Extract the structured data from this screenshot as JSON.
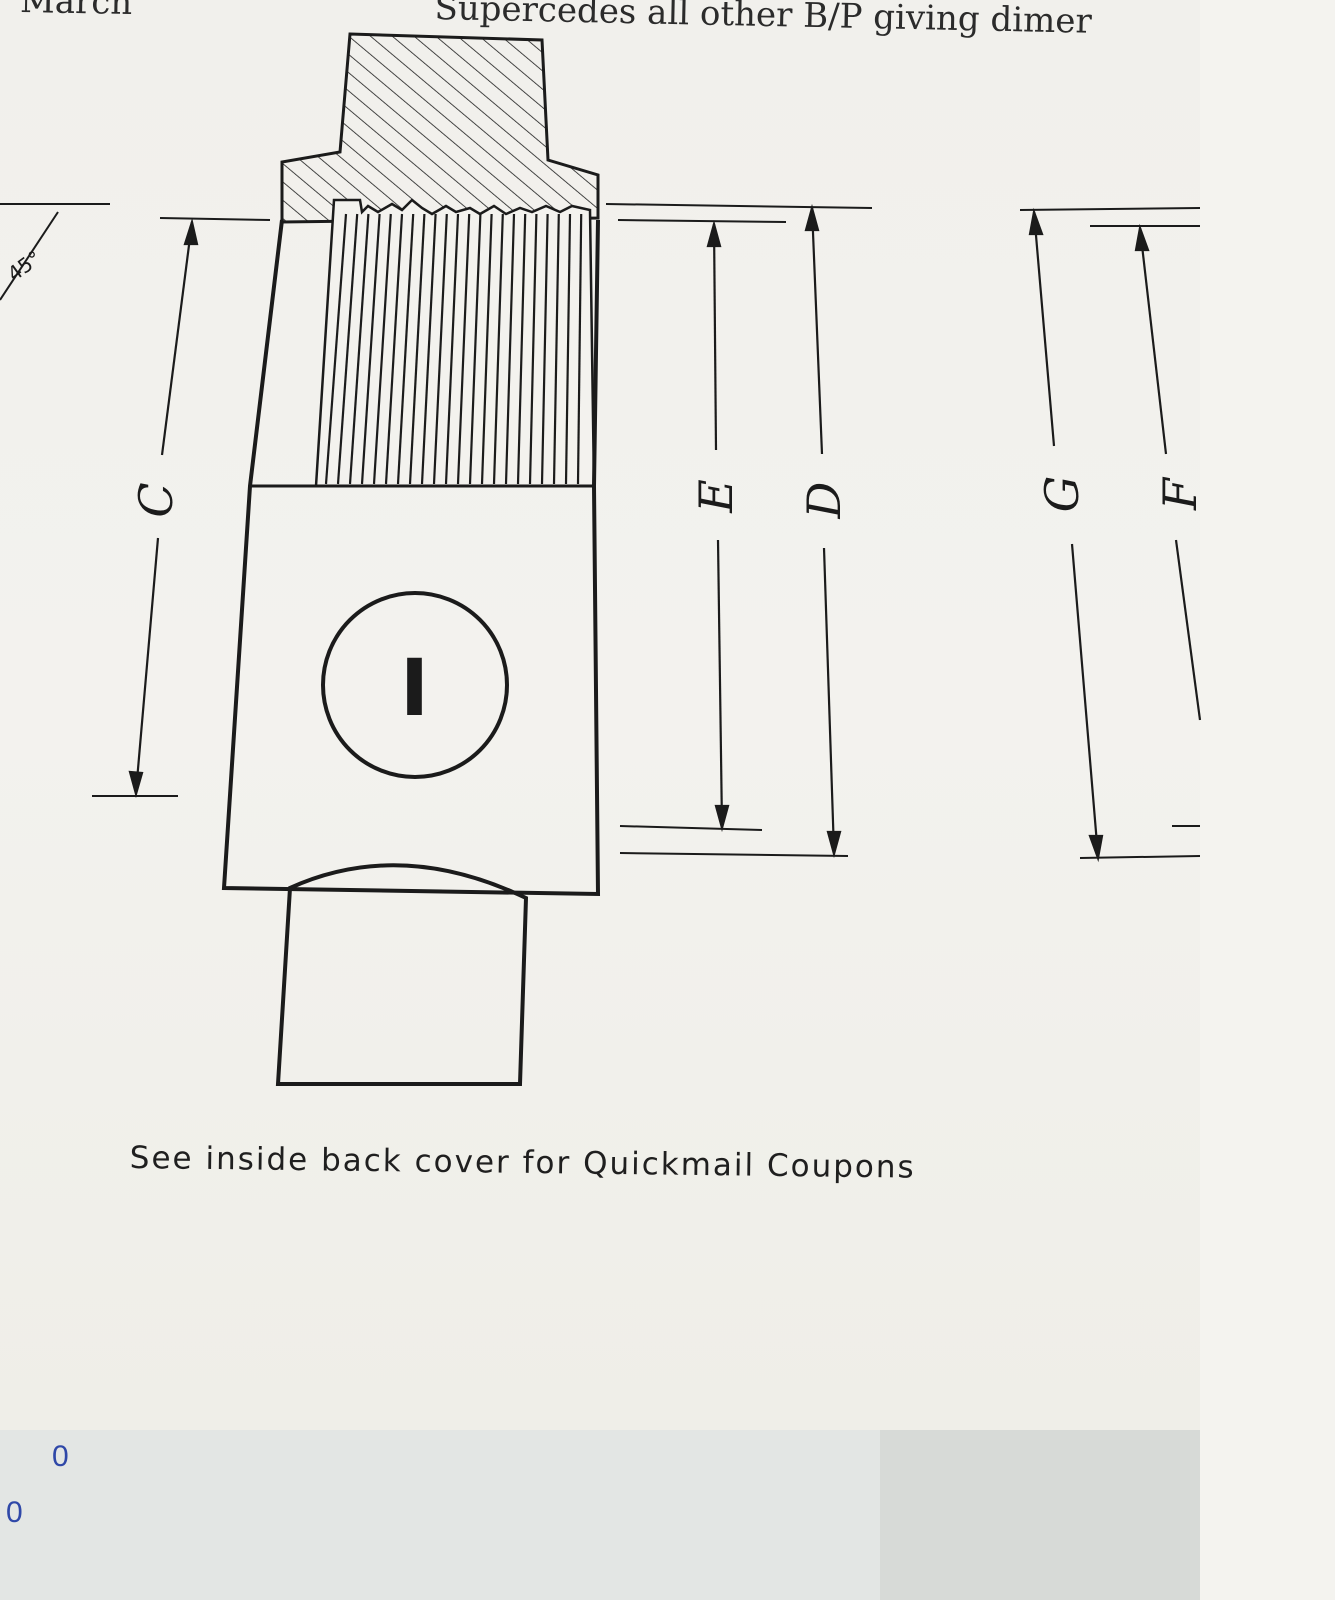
{
  "document": {
    "header_fragment": "March",
    "header_text": "Supercedes all other B/P giving dimer",
    "caption": "See inside back cover for Quickmail Coupons"
  },
  "drawing": {
    "part_number": "I",
    "angle_label": "45°",
    "dimension_labels": {
      "c": "C",
      "d": "D",
      "e": "E",
      "f": "F",
      "g": "G"
    }
  },
  "annotations": {
    "pen_mark_1": "0",
    "pen_mark_2": "0"
  },
  "colors": {
    "ink": "#1b1b1b",
    "paper": "#f1f0ec",
    "pen": "#2f48a8"
  }
}
